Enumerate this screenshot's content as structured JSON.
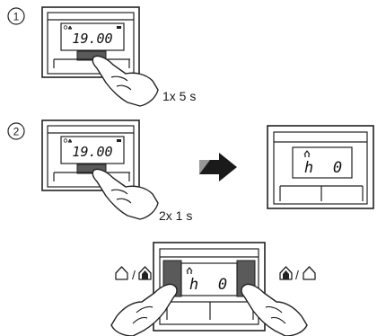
{
  "steps": [
    {
      "number": "1",
      "display": "19.00",
      "instruction": "1x 5 s"
    },
    {
      "number": "2",
      "display": "19.00",
      "instruction": "2x 1 s",
      "result_display": {
        "letter": "h",
        "value": "0"
      }
    }
  ],
  "adjust": {
    "display_letter": "h",
    "display_value": "0",
    "left_separator": "/",
    "right_separator": "/",
    "left_icons": [
      "house-outline-icon",
      "house-filled-icon"
    ],
    "right_icons": [
      "house-filled-icon",
      "house-outline-icon"
    ]
  },
  "colors": {
    "arrow": "#1a1a1a",
    "button": "#5a5a5a"
  }
}
